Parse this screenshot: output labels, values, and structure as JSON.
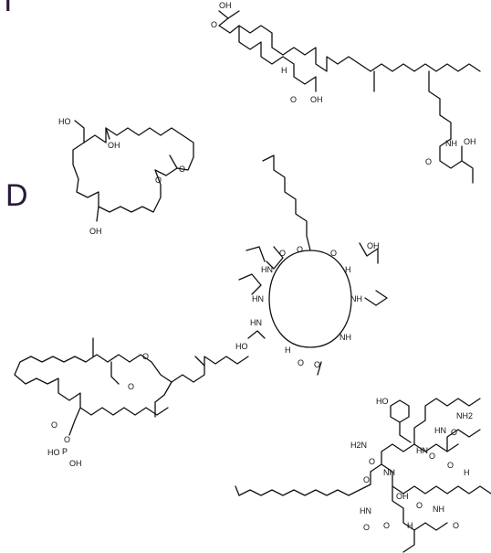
{
  "panel_letters": {
    "top_fragment": "I",
    "d": "D"
  },
  "atoms": {
    "oh": "OH",
    "ho": "HO",
    "o": "O",
    "p": "P",
    "nh": "NH",
    "hn": "HN",
    "h2n": "H2N",
    "nh2": "NH2",
    "n": "N",
    "h": "H"
  },
  "colors": {
    "ink": "#111111",
    "letter": "#2a1a3a",
    "background": "#ffffff"
  }
}
